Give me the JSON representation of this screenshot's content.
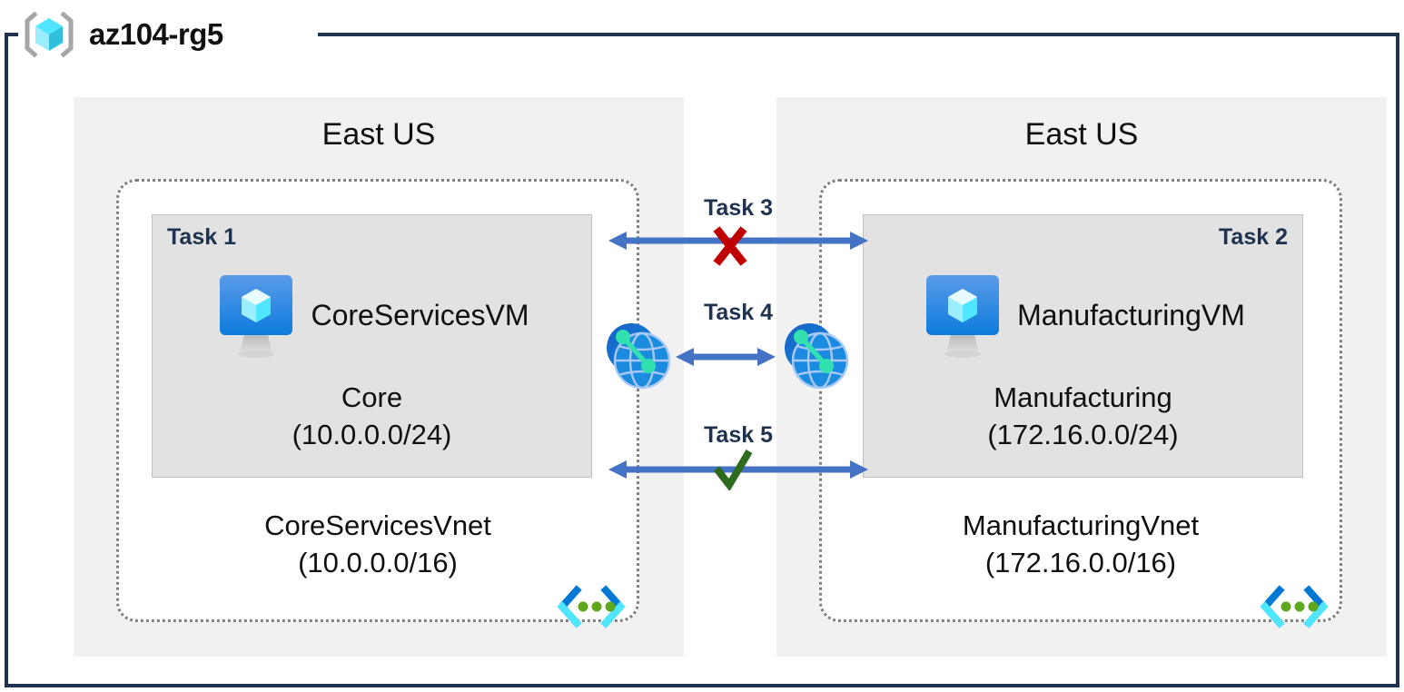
{
  "resource_group": {
    "name": "az104-rg5",
    "icon": "resource-group-cube-icon"
  },
  "regions": [
    {
      "id": "left",
      "label": "East US"
    },
    {
      "id": "right",
      "label": "East US"
    }
  ],
  "vnets": [
    {
      "id": "core",
      "name": "CoreServicesVnet",
      "address_space": "(10.0.0.0/16)",
      "icon": "vnet-icon",
      "subnet": {
        "task_tag": "Task 1",
        "task_tag_align": "left",
        "name": "Core",
        "address_range": "(10.0.0.0/24)",
        "vm": {
          "name": "CoreServicesVM",
          "icon": "virtual-machine-icon"
        }
      }
    },
    {
      "id": "manufacturing",
      "name": "ManufacturingVnet",
      "address_space": "(172.16.0.0/16)",
      "icon": "vnet-icon",
      "subnet": {
        "task_tag": "Task 2",
        "task_tag_align": "right",
        "name": "Manufacturing",
        "address_range": "(172.16.0.0/24)",
        "vm": {
          "name": "ManufacturingVM",
          "icon": "virtual-machine-icon"
        }
      }
    }
  ],
  "connections": [
    {
      "id": "task3",
      "label": "Task 3",
      "style": "double-arrow",
      "span": "vnet-to-vnet",
      "marker": "red-x-icon",
      "marker_meaning": "blocked"
    },
    {
      "id": "task4",
      "label": "Task 4",
      "style": "double-arrow",
      "span": "peering-icons",
      "marker": "none",
      "marker_meaning": "vnet-peering"
    },
    {
      "id": "task5",
      "label": "Task 5",
      "style": "double-arrow",
      "span": "vnet-to-vnet",
      "marker": "green-check-icon",
      "marker_meaning": "allowed"
    }
  ],
  "peering_icons": [
    {
      "id": "peer-left",
      "icon": "vnet-peering-icon"
    },
    {
      "id": "peer-right",
      "icon": "vnet-peering-icon"
    }
  ],
  "colors": {
    "frame_border": "#1F3350",
    "region_background": "#F1F1F1",
    "subnet_background": "#E2E2E2",
    "vnet_border": "#808080",
    "arrow": "#4472C4",
    "blocked_marker": "#C00000",
    "allowed_marker": "#2F6B1F",
    "azure_blue": "#0C7BDC",
    "cube_cyan": "#50E6FF",
    "peering_green": "#32E0B0",
    "vnet_icon_dots": "#5FA81E"
  }
}
